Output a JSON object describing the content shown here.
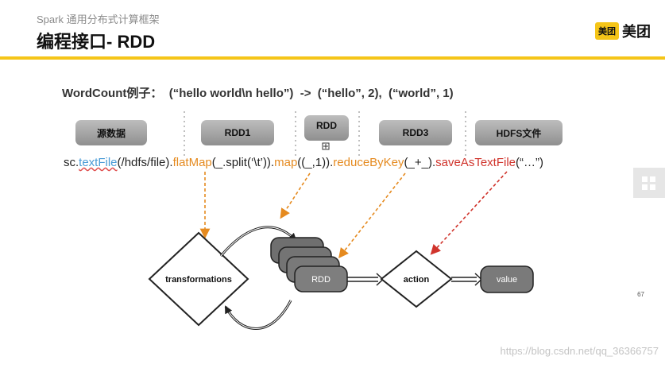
{
  "header": {
    "subtitle": "Spark 通用分布式计算框架",
    "title": "编程接口- RDD",
    "logo_box": "美团",
    "logo_text": "美团"
  },
  "example": "WordCount例子：  (“hello world\\n hello”)  ->  (“hello”, 2),  (“world”, 1)",
  "stages": [
    {
      "label": "源数据"
    },
    {
      "label": "RDD1"
    },
    {
      "label": "RDD"
    },
    {
      "label": "RDD3"
    },
    {
      "label": "HDFS文件"
    }
  ],
  "code": {
    "p1": "sc.",
    "p2": "textFile",
    "p3": "(/hdfs/file).",
    "p4": "flatMap",
    "p5": "(_.split(‘\\t’)).",
    "p6": "map",
    "p7": "((_,1)).",
    "p8": "reduceByKey",
    "p9": "(_+_).",
    "p10": "saveAsTextFile",
    "p11": "(“…”)"
  },
  "diagram": {
    "transformations": "transformations",
    "rdd": "RDD",
    "action": "action",
    "value": "value"
  },
  "page_number": "67",
  "watermark": "https://blog.csdn.net/qq_36366757",
  "colors": {
    "accent": "#f5c518",
    "orange": "#e58a1f",
    "red": "#d0342c",
    "blue": "#4a9bd6"
  }
}
